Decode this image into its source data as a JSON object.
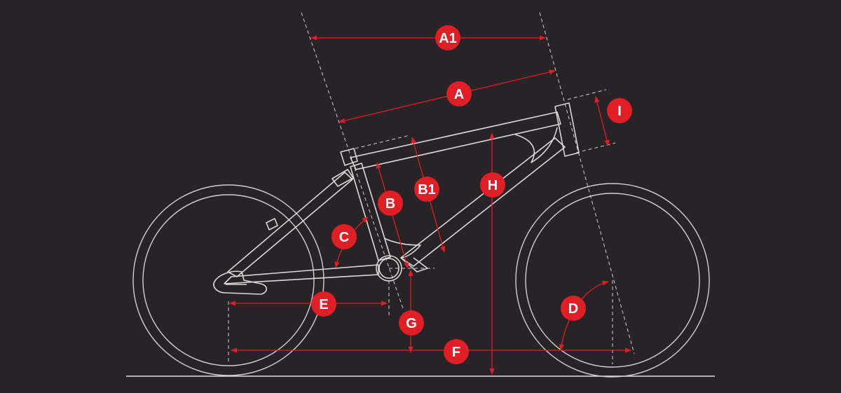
{
  "colors": {
    "background": "#272327",
    "frame_line": "#d9d9d9",
    "dimension": "#e01e25",
    "badge_text": "#ffffff"
  },
  "labels": {
    "A1": "A1",
    "A": "A",
    "B": "B",
    "B1": "B1",
    "C": "C",
    "D": "D",
    "E": "E",
    "F": "F",
    "G": "G",
    "H": "H",
    "I": "I"
  }
}
